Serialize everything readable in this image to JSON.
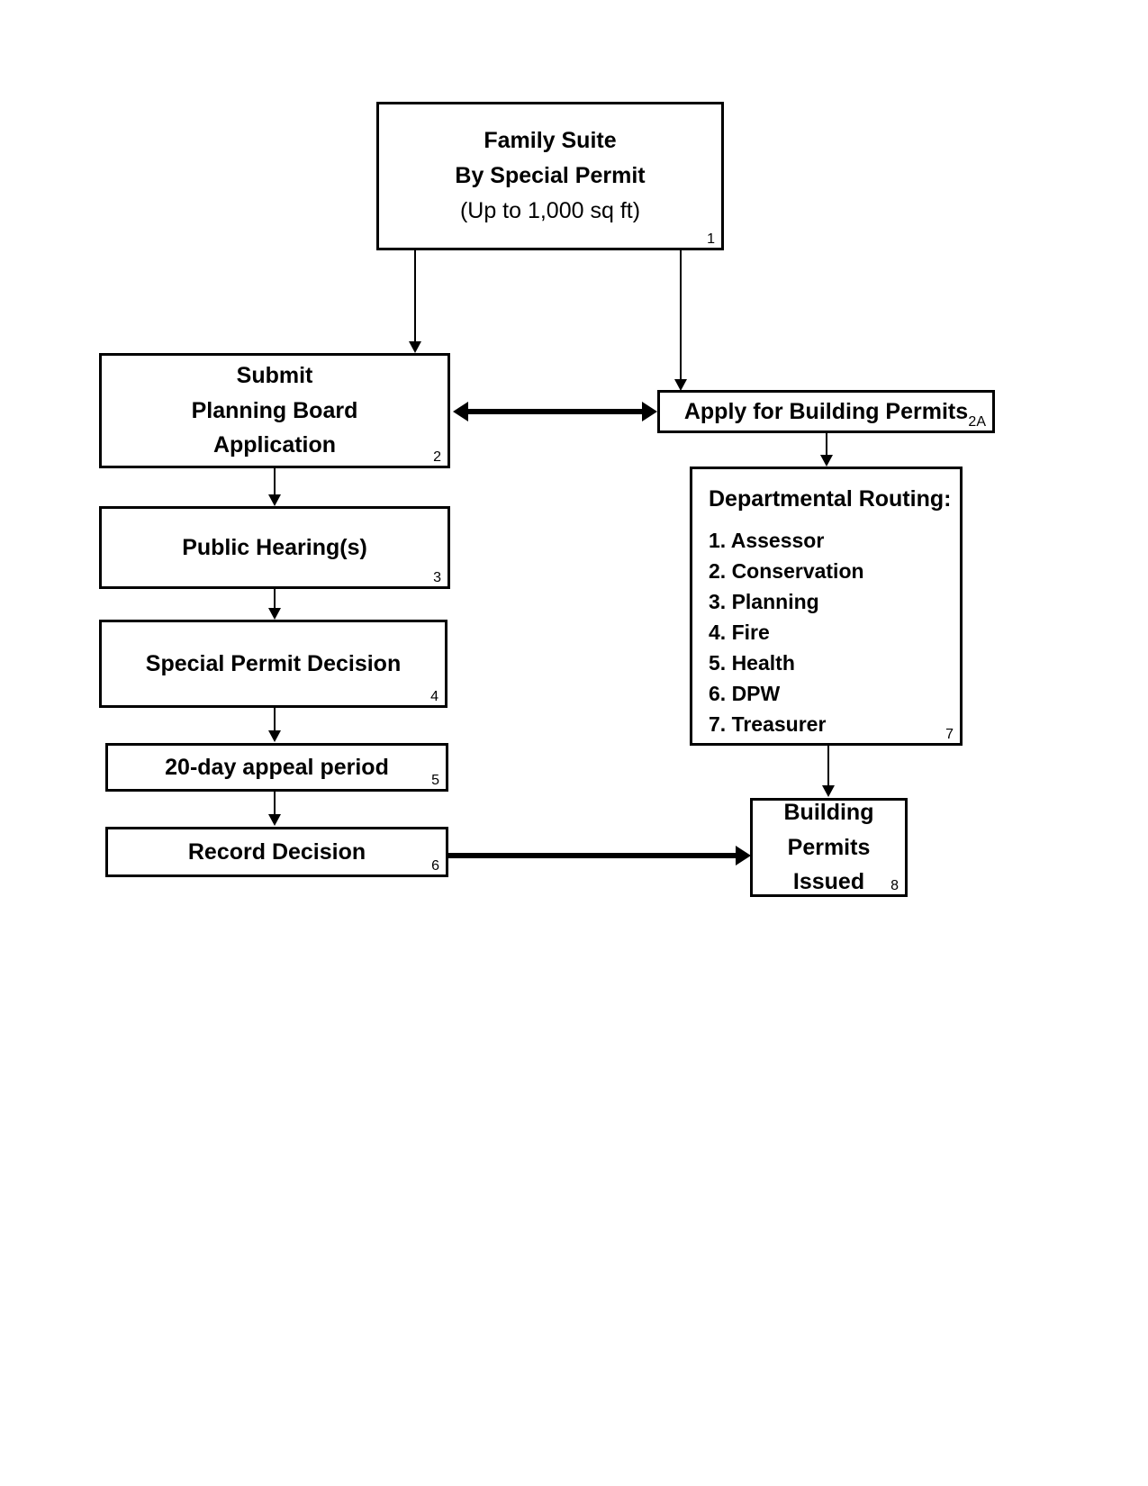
{
  "diagram": {
    "title": "Family Suite By Special Permit process flowchart",
    "nodes": [
      {
        "id": "1",
        "tag": "1",
        "lines": [
          "Family Suite",
          "By Special Permit"
        ],
        "subline": "(Up to 1,000 sq ft)"
      },
      {
        "id": "2",
        "tag": "2",
        "lines": [
          "Submit",
          "Planning Board",
          "Application"
        ]
      },
      {
        "id": "2a",
        "tag": "2A",
        "lines": [
          "Apply for Building Permits"
        ]
      },
      {
        "id": "3",
        "tag": "3",
        "lines": [
          "Public Hearing(s)"
        ]
      },
      {
        "id": "4",
        "tag": "4",
        "lines": [
          "Special Permit Decision"
        ]
      },
      {
        "id": "5",
        "tag": "5",
        "lines": [
          "20-day appeal period"
        ]
      },
      {
        "id": "6",
        "tag": "6",
        "lines": [
          "Record Decision"
        ]
      },
      {
        "id": "7",
        "tag": "7",
        "heading": "Departmental Routing:",
        "items": [
          "1. Assessor",
          "2. Conservation",
          "3. Planning",
          "4. Fire",
          "5. Health",
          "6. DPW",
          "7. Treasurer"
        ]
      },
      {
        "id": "8",
        "tag": "8",
        "lines": [
          "Building",
          "Permits",
          "Issued"
        ]
      }
    ],
    "edges": [
      {
        "from": "1",
        "to": "2",
        "style": "thin-arrow-down"
      },
      {
        "from": "1",
        "to": "2a",
        "style": "thin-arrow-down"
      },
      {
        "from": "2",
        "to": "2a",
        "style": "thick-double-arrow-horizontal"
      },
      {
        "from": "2",
        "to": "3",
        "style": "thin-arrow-down"
      },
      {
        "from": "3",
        "to": "4",
        "style": "thin-arrow-down"
      },
      {
        "from": "4",
        "to": "5",
        "style": "thin-arrow-down"
      },
      {
        "from": "5",
        "to": "6",
        "style": "thin-arrow-down"
      },
      {
        "from": "2a",
        "to": "7",
        "style": "thin-arrow-down"
      },
      {
        "from": "7",
        "to": "8",
        "style": "thin-arrow-down"
      },
      {
        "from": "6",
        "to": "8",
        "style": "thick-arrow-right"
      }
    ],
    "colors": {
      "stroke": "#000000",
      "background": "#ffffff",
      "text": "#000000"
    }
  }
}
